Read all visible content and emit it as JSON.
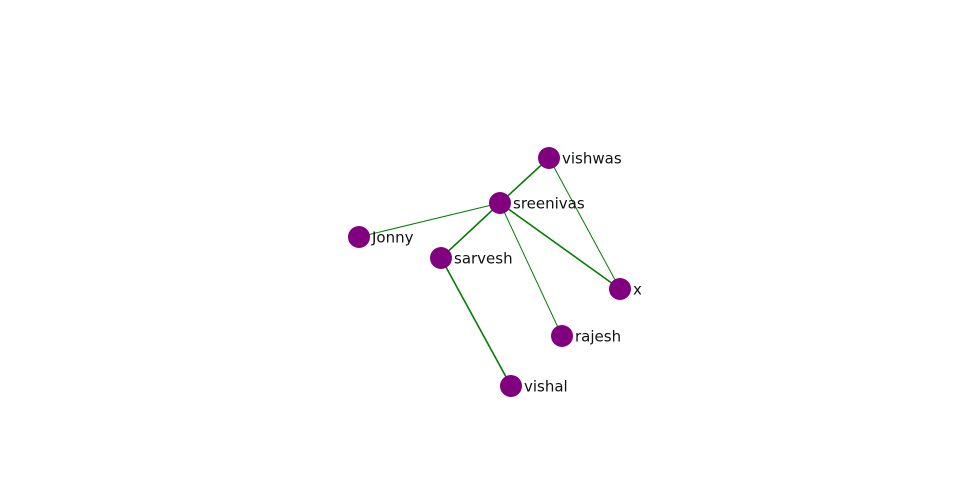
{
  "graph": {
    "node_color": "#800080",
    "edge_color": "#008000",
    "label_color": "#111111",
    "nodes": [
      {
        "id": "vishwas",
        "label": "vishwas"
      },
      {
        "id": "sreenivas",
        "label": "sreenivas"
      },
      {
        "id": "jonny",
        "label": "Jonny"
      },
      {
        "id": "sarvesh",
        "label": "sarvesh"
      },
      {
        "id": "x",
        "label": "x"
      },
      {
        "id": "rajesh",
        "label": "rajesh"
      },
      {
        "id": "vishal",
        "label": "vishal"
      }
    ],
    "edges": [
      {
        "source": "sreenivas",
        "target": "vishwas",
        "weight": "strong"
      },
      {
        "source": "sreenivas",
        "target": "jonny",
        "weight": "thin"
      },
      {
        "source": "sreenivas",
        "target": "sarvesh",
        "weight": "strong"
      },
      {
        "source": "sreenivas",
        "target": "x",
        "weight": "strong"
      },
      {
        "source": "sreenivas",
        "target": "rajesh",
        "weight": "thin"
      },
      {
        "source": "vishwas",
        "target": "x",
        "weight": "thin"
      },
      {
        "source": "sarvesh",
        "target": "vishal",
        "weight": "strong"
      }
    ]
  }
}
